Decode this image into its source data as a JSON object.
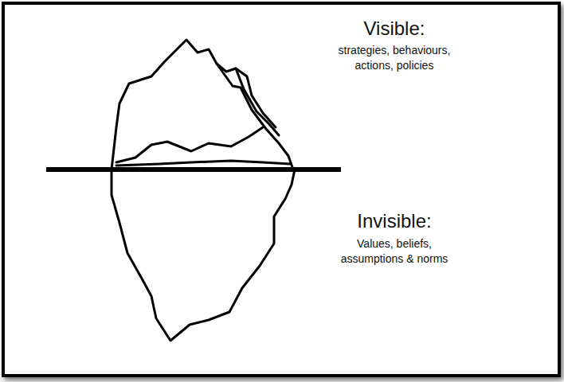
{
  "diagram": {
    "labels": [
      "Visible:",
      "strategies, behaviours, actions, policies",
      "Invisible:",
      "Values, beliefs, assumptions & norms"
    ]
  }
}
